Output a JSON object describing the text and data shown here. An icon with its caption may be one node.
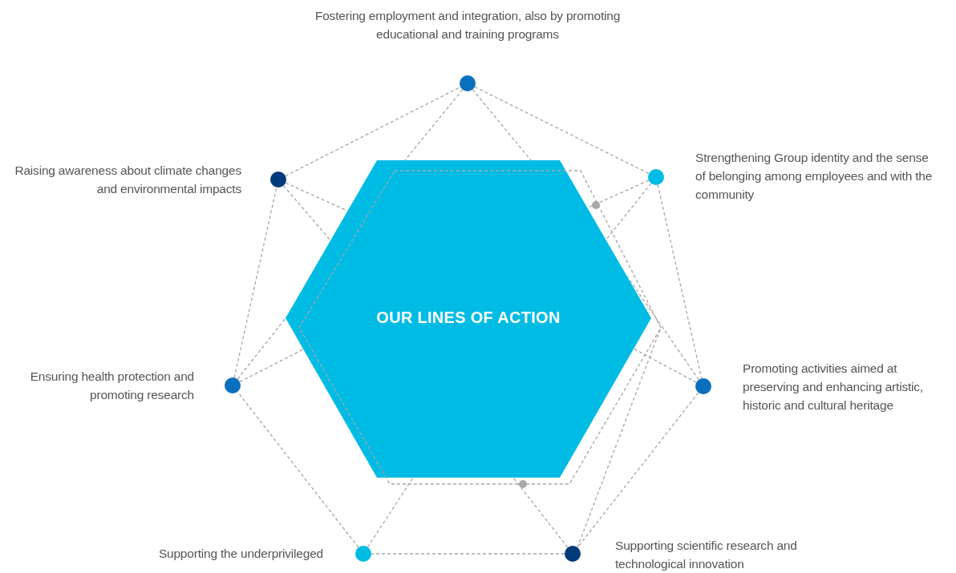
{
  "diagram": {
    "nodes": [
      {
        "text": [
          "OUR LINES OF ACTION"
        ]
      },
      {
        "text": [],
        "shape": "circle",
        "beside": [
          "Fostering employment and integration, also by promoting educational and training programs"
        ]
      },
      {
        "text": [],
        "shape": "circle",
        "beside": [
          "Strengthening Group identity and the sense of belonging among employees and with the community"
        ]
      },
      {
        "text": [],
        "shape": "circle",
        "beside": [
          "Promoting activities aimed at preserving and enhancing artistic, historic and cultural heritage"
        ]
      },
      {
        "text": [],
        "shape": "circle",
        "beside": [
          "Supporting scientific research and technological innovation"
        ]
      },
      {
        "text": [],
        "shape": "circle",
        "beside": [
          "Supporting the underprivileged"
        ]
      },
      {
        "text": [],
        "shape": "circle",
        "beside": [
          "Ensuring health protection and promoting research"
        ]
      },
      {
        "text": [],
        "shape": "circle",
        "beside": [
          "Raising awareness about climate changes and environmental impacts"
        ]
      }
    ],
    "edges": [
      {
        "from": 1,
        "to": 2,
        "arrow": "none",
        "style": "dashed"
      },
      {
        "from": 2,
        "to": 3,
        "arrow": "none",
        "style": "dashed"
      },
      {
        "from": 3,
        "to": 4,
        "arrow": "none",
        "style": "dashed"
      },
      {
        "from": 4,
        "to": 5,
        "arrow": "none",
        "style": "dashed"
      },
      {
        "from": 5,
        "to": 6,
        "arrow": "none",
        "style": "dashed"
      },
      {
        "from": 6,
        "to": 7,
        "arrow": "none",
        "style": "dashed"
      },
      {
        "from": 7,
        "to": 1,
        "arrow": "none",
        "style": "dashed"
      },
      {
        "from": 1,
        "to": 0,
        "arrow": "none",
        "style": "dashed"
      },
      {
        "from": 1,
        "to": 0,
        "arrow": "none",
        "style": "dashed"
      },
      {
        "from": 2,
        "to": 0,
        "arrow": "none",
        "style": "dashed"
      },
      {
        "from": 3,
        "to": 0,
        "arrow": "none",
        "style": "dashed"
      },
      {
        "from": 3,
        "to": 0,
        "arrow": "none",
        "style": "dashed"
      },
      {
        "from": 4,
        "to": 0,
        "arrow": "none",
        "style": "dashed"
      },
      {
        "from": 5,
        "to": 0,
        "arrow": "none",
        "style": "dashed"
      },
      {
        "from": 6,
        "to": 0,
        "arrow": "none",
        "style": "dashed"
      },
      {
        "from": 6,
        "to": 0,
        "arrow": "none",
        "style": "dashed"
      },
      {
        "from": 7,
        "to": 0,
        "arrow": "none",
        "style": "dashed"
      },
      {
        "from": 7,
        "to": 0,
        "arrow": "none",
        "style": "dashed"
      },
      {
        "from": 2,
        "to": 0,
        "arrow": "none",
        "style": "dashed"
      }
    ]
  }
}
